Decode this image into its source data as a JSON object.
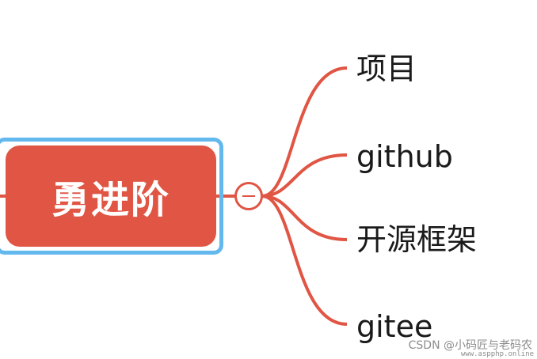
{
  "central_topic": {
    "label": "勇进阶"
  },
  "branches": [
    {
      "label": "项目"
    },
    {
      "label": "github"
    },
    {
      "label": "开源框架"
    },
    {
      "label": "gitee"
    }
  ],
  "watermark": {
    "text": "CSDN @小码匠与老码农",
    "site": "www.aspphp.online"
  },
  "colors": {
    "topic": "#e05543",
    "branch_line": "#e05543",
    "selection": "#63b8ee"
  },
  "icons": {
    "collapse": "minus-icon"
  }
}
